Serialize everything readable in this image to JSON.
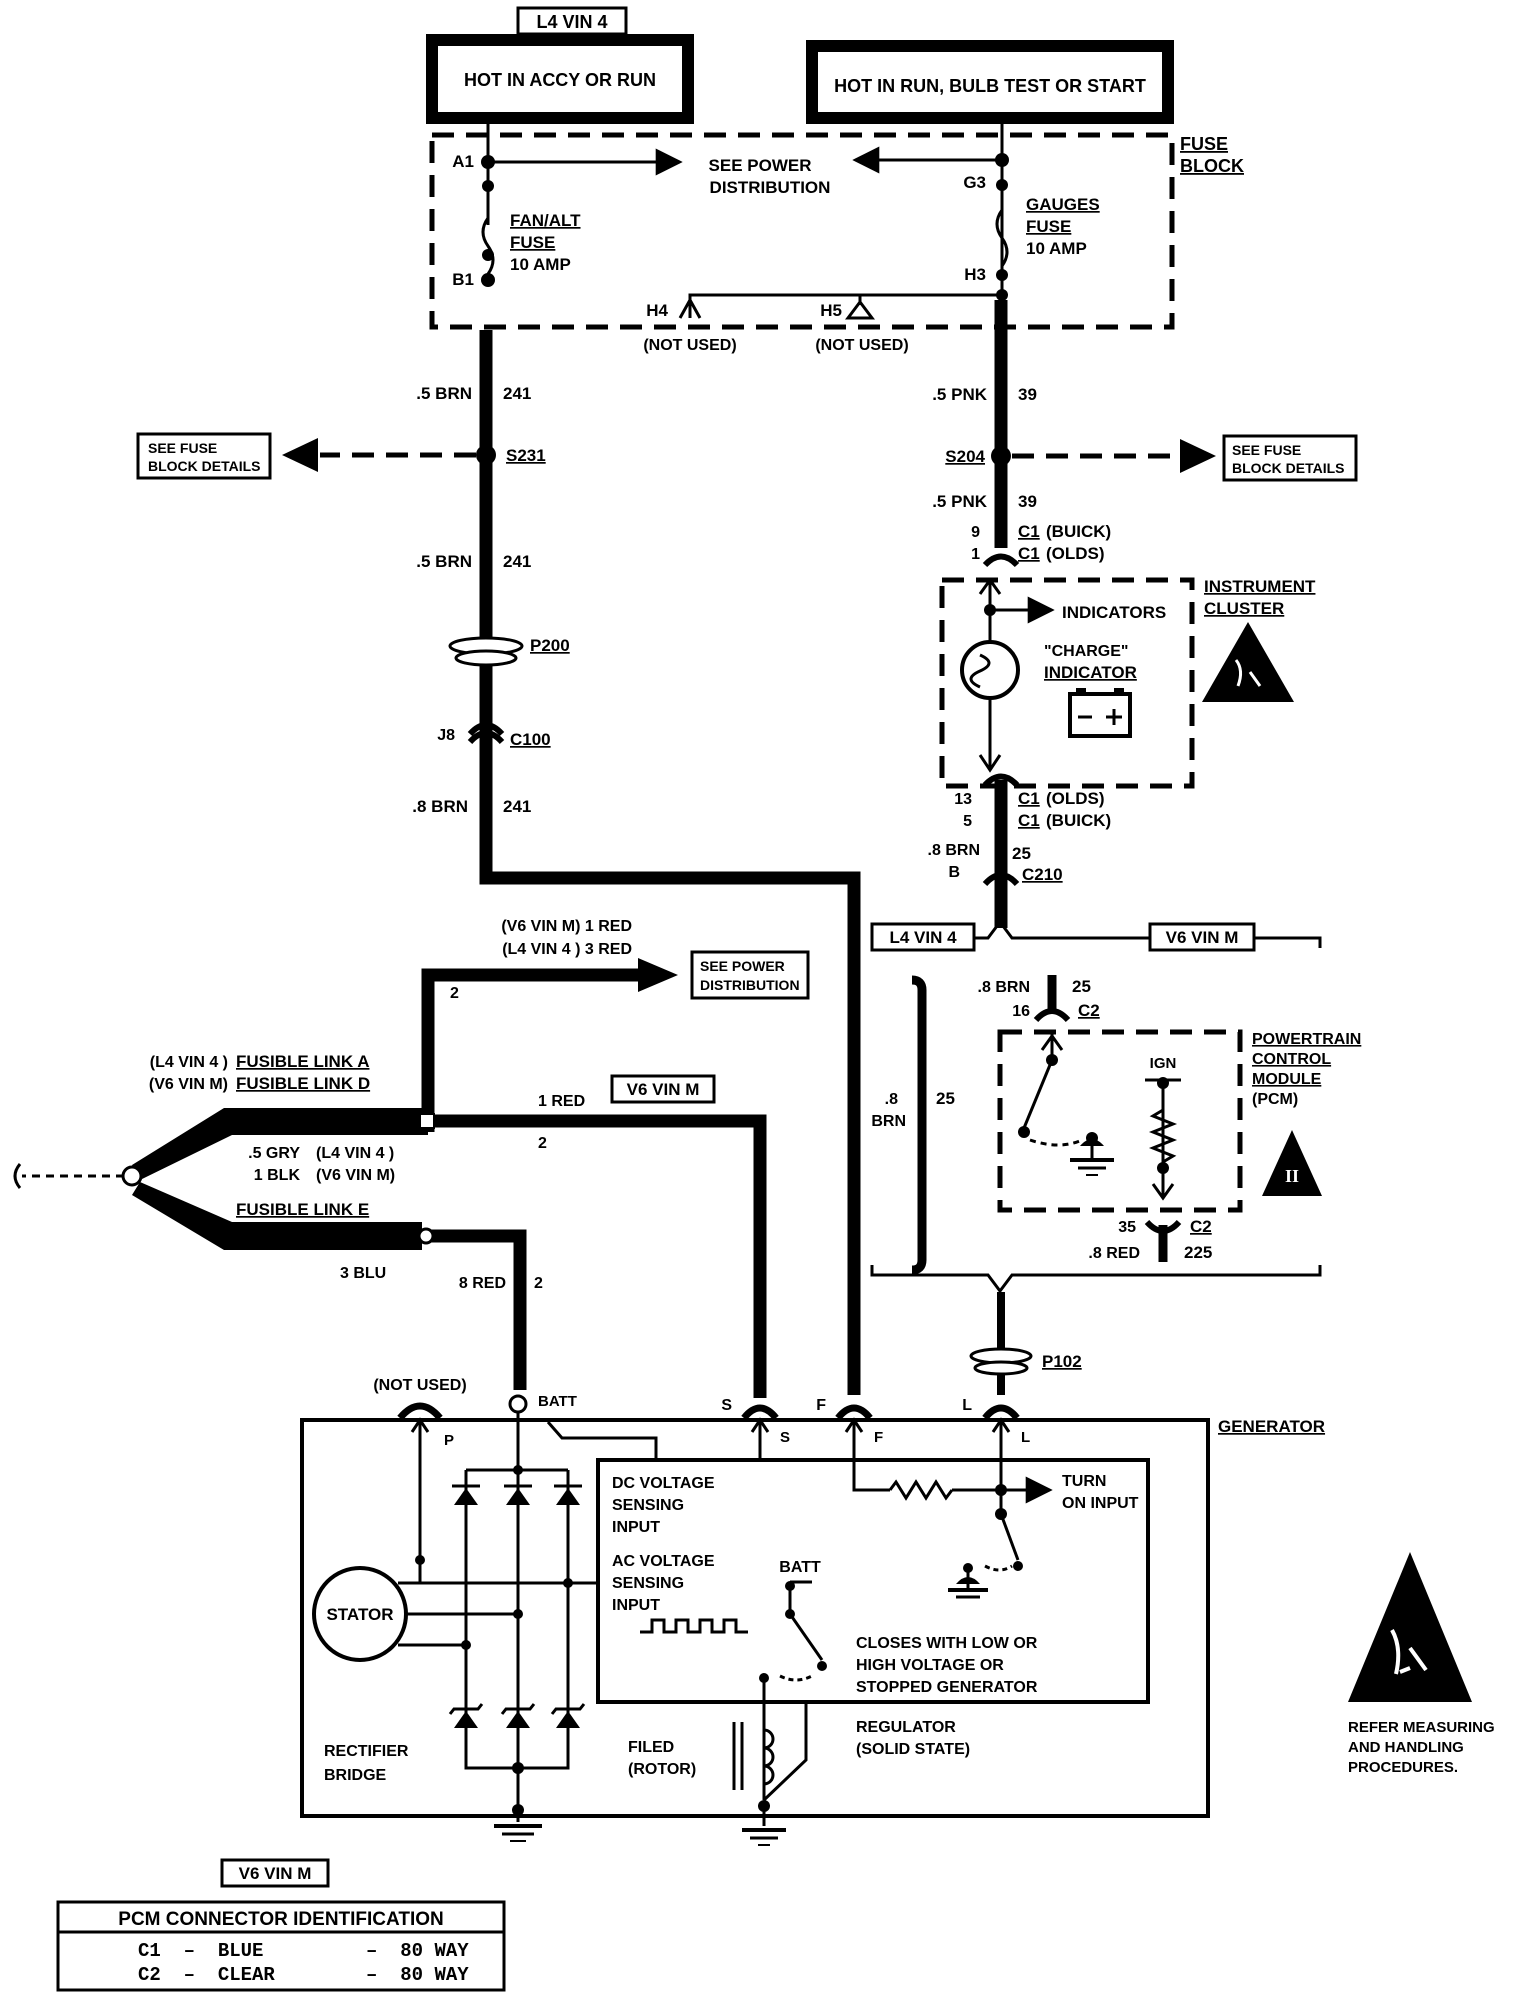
{
  "header": {
    "l4vin4_top": "L4 VIN 4",
    "hot_accy_run": "HOT IN ACCY OR RUN",
    "hot_run_bulb": "HOT IN RUN, BULB TEST OR START"
  },
  "fuse_block": {
    "title": "FUSE",
    "title2": "BLOCK",
    "a1": "A1",
    "b1": "B1",
    "g3": "G3",
    "h3": "H3",
    "h4": "H4",
    "h5": "H5",
    "not_used_h4": "(NOT USED)",
    "not_used_h5": "(NOT USED)",
    "see_power_1": "SEE POWER",
    "see_power_2": "DISTRIBUTION",
    "fan_fuse_1": "FAN/ALT",
    "fan_fuse_2": "FUSE",
    "fan_fuse_3": "10 AMP",
    "gauges_1": "GAUGES",
    "gauges_2": "FUSE",
    "gauges_3": "10 AMP"
  },
  "left_circuit": {
    "w1_size": ".5 BRN",
    "w1_num": "241",
    "s231": "S231",
    "see_fuse_1": "SEE FUSE",
    "see_fuse_2": "BLOCK DETAILS",
    "w2_size": ".5 BRN",
    "w2_num": "241",
    "p200": "P200",
    "j8": "J8",
    "c100": "C100",
    "w3_size": ".8 BRN",
    "w3_num": "241"
  },
  "right_circuit": {
    "w1_size": ".5 PNK",
    "w1_num": "39",
    "s204": "S204",
    "see_fuse_1": "SEE FUSE",
    "see_fuse_2": "BLOCK DETAILS",
    "w2_size": ".5 PNK",
    "w2_num": "39",
    "pin9": "9",
    "pin1": "1",
    "c1_buick": "C1",
    "c1_buick_tag": "(BUICK)",
    "c1_olds": "C1",
    "c1_olds_tag": "(OLDS)",
    "cluster_1": "INSTRUMENT",
    "cluster_2": "CLUSTER",
    "indicators": "INDICATORS",
    "charge_1": "\"CHARGE\"",
    "charge_2": "INDICATOR",
    "pin13": "13",
    "pin5": "5",
    "c1_olds_b": "C1",
    "c1_olds_b_tag": "(OLDS)",
    "c1_buick_b": "C1",
    "c1_buick_b_tag": "(BUICK)",
    "w3_size": ".8 BRN",
    "w3_num": "25",
    "pinB": "B",
    "c210": "C210"
  },
  "variants": {
    "l4vin4": "L4 VIN 4",
    "v6vinm": "V6 VIN M",
    "v6vinm_2": "V6 VIN M",
    "v6vinm_3": "V6 VIN M"
  },
  "pcm": {
    "w_top_size": ".8 BRN",
    "w_top_num": "25",
    "pin16": "16",
    "c2_top": "C2",
    "title_1": "POWERTRAIN",
    "title_2": "CONTROL",
    "title_3": "MODULE",
    "title_4": "(PCM)",
    "ign": "IGN",
    "pin35": "35",
    "c2_bot": "C2",
    "w_bot_size": ".8 RED",
    "w_bot_num": "225",
    "brn_left_1": ".8",
    "brn_left_2": "BRN",
    "brn_left_num": "25",
    "p102": "P102",
    "obd_badge": "II"
  },
  "power_feed": {
    "v6_label": "(V6 VIN M) 1 RED",
    "l4_label": "(L4 VIN 4 ) 3 RED",
    "num2": "2",
    "see_power_1": "SEE POWER",
    "see_power_2": "DISTRIBUTION",
    "red1": "1 RED",
    "red1_num": "2"
  },
  "fusible": {
    "a_var": "(L4 VIN 4 )",
    "a_label": "FUSIBLE LINK A",
    "d_var": "(V6 VIN M)",
    "d_label": "FUSIBLE LINK D",
    "gry": ".5 GRY",
    "gry_var": "(L4 VIN 4 )",
    "blk": "1 BLK",
    "blk_var": "(V6 VIN M)",
    "e_label": "FUSIBLE LINK E",
    "blu": "3 BLU",
    "red8": "8 RED",
    "red8_num": "2"
  },
  "generator": {
    "title": "GENERATOR",
    "not_used": "(NOT USED)",
    "batt": "BATT",
    "p": "P",
    "s_out": "S",
    "s_in": "S",
    "f_out": "F",
    "f_in": "F",
    "l_out": "L",
    "l_in": "L",
    "dc_1": "DC VOLTAGE",
    "dc_2": "SENSING",
    "dc_3": "INPUT",
    "ac_1": "AC VOLTAGE",
    "ac_2": "SENSING",
    "ac_3": "INPUT",
    "batt_int": "BATT",
    "turn_1": "TURN",
    "turn_2": "ON INPUT",
    "closes_1": "CLOSES WITH LOW OR",
    "closes_2": "HIGH VOLTAGE OR",
    "closes_3": "STOPPED GENERATOR",
    "stator": "STATOR",
    "rect_1": "RECTIFIER",
    "rect_2": "BRIDGE",
    "field_1": "FILED",
    "field_2": "(ROTOR)",
    "reg_1": "REGULATOR",
    "reg_2": "(SOLID STATE)"
  },
  "esd": {
    "line1": "REFER MEASURING",
    "line2": "AND HANDLING",
    "line3": "PROCEDURES."
  },
  "pcm_id": {
    "variant": "V6 VIN M",
    "title": "PCM CONNECTOR IDENTIFICATION",
    "row1": "C1  –  BLUE         –  80 WAY",
    "row2": "C2  –  CLEAR        –  80 WAY"
  }
}
